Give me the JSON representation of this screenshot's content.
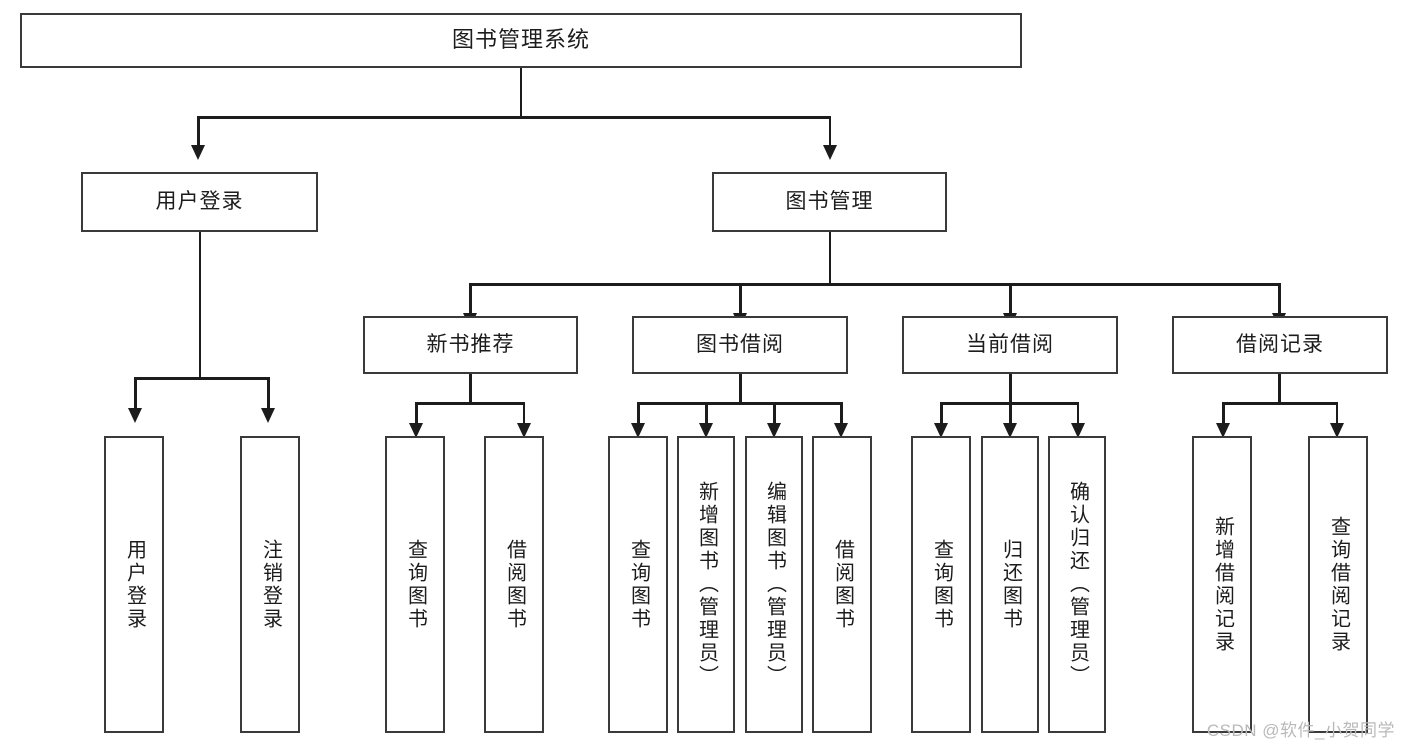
{
  "diagram": {
    "title": "图书管理系统",
    "type": "tree-hierarchy-diagram",
    "root": {
      "label": "图书管理系统"
    },
    "level2": [
      {
        "id": "user-login",
        "label": "用户登录"
      },
      {
        "id": "book-management",
        "label": "图书管理"
      }
    ],
    "level3": [
      {
        "id": "new-book-recommend",
        "label": "新书推荐",
        "parent": "book-management"
      },
      {
        "id": "book-borrow",
        "label": "图书借阅",
        "parent": "book-management"
      },
      {
        "id": "current-borrow",
        "label": "当前借阅",
        "parent": "book-management"
      },
      {
        "id": "borrow-record",
        "label": "借阅记录",
        "parent": "book-management"
      }
    ],
    "leaves": {
      "user_login": [
        {
          "id": "leaf-user-login",
          "label": "用户登录"
        },
        {
          "id": "leaf-logout",
          "label": "注销登录"
        }
      ],
      "new_book_recommend": [
        {
          "id": "leaf-query-book-1",
          "label": "查询图书"
        },
        {
          "id": "leaf-borrow-book-1",
          "label": "借阅图书"
        }
      ],
      "book_borrow": [
        {
          "id": "leaf-query-book-2",
          "label": "查询图书"
        },
        {
          "id": "leaf-add-book",
          "label": "新增图书（管理员）"
        },
        {
          "id": "leaf-edit-book",
          "label": "编辑图书（管理员）"
        },
        {
          "id": "leaf-borrow-book-2",
          "label": "借阅图书"
        }
      ],
      "current_borrow": [
        {
          "id": "leaf-query-book-3",
          "label": "查询图书"
        },
        {
          "id": "leaf-return-book",
          "label": "归还图书"
        },
        {
          "id": "leaf-confirm-return",
          "label": "确认归还（管理员）"
        }
      ],
      "borrow_record": [
        {
          "id": "leaf-add-record",
          "label": "新增借阅记录"
        },
        {
          "id": "leaf-query-record",
          "label": "查询借阅记录"
        }
      ]
    }
  },
  "watermark": {
    "text": "CSDN @软件_小贺同学"
  },
  "colors": {
    "box_border": "#3a3a3a",
    "line": "#1c1c1c",
    "text": "#1c1c1c",
    "background": "#ffffff",
    "watermark": "#b9b9b9"
  }
}
